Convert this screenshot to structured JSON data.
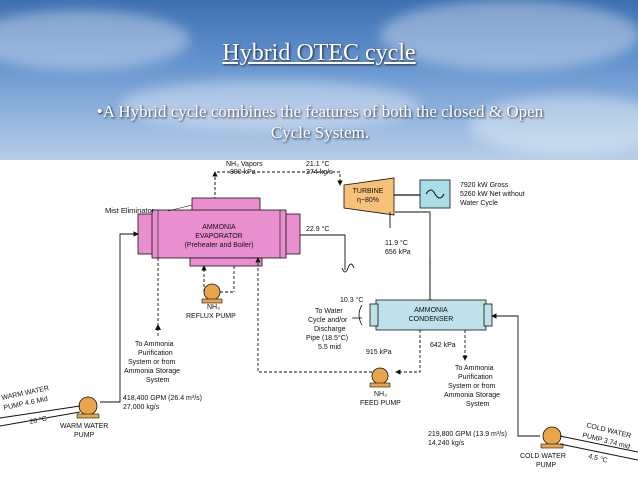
{
  "slide": {
    "title": "Hybrid OTEC cycle",
    "bullet_marker": "•",
    "bullet_text_line1": "A Hybrid cycle combines the features of both the closed & Open",
    "bullet_text_line2": "Cycle System."
  },
  "diagram": {
    "nh3_vapors": "NH₃ Vapors",
    "nh3_vapors_pressure": "890 kPa",
    "top_temp": "21.1 °C",
    "top_pressure": "274 kg/s",
    "turbine_label": "TURBINE",
    "turbine_eff": "η~80%",
    "gross_power": "7920 kW Gross",
    "net_power": "5260 kW Net without",
    "net_power2": "Water Cycle",
    "mist_eliminator": "Mist Eliminator",
    "evaporator_line1": "AMMONIA",
    "evaporator_line2": "EVAPORATOR",
    "evaporator_line3": "(Preheater and Boiler)",
    "evap_out_temp": "22.9 °C",
    "turb_out_temp": "11.9 °C",
    "turb_out_pressure": "656 kPa",
    "reflux_pump_line1": "NH₃",
    "reflux_pump_line2": "REFLUX PUMP",
    "condenser_temp": "10.3 °C",
    "condenser_line1": "AMMONIA",
    "condenser_line2": "CONDENSER",
    "discharge_line1": "To Water",
    "discharge_line2": "Cycle and/or",
    "discharge_line3": "Discharge",
    "discharge_line4": "Pipe (18.5°C)",
    "discharge_line5": "5.5 mid",
    "feed_pressure": "915 kPa",
    "cond_pressure": "642 kPa",
    "purif_left_1": "To Ammonia",
    "purif_left_2": "Purification",
    "purif_left_3": "System or from",
    "purif_left_4": "Ammonia Storage",
    "purif_left_5": "System",
    "purif_right_1": "To Ammonia",
    "purif_right_2": "Purification",
    "purif_right_3": "System or from",
    "purif_right_4": "Ammonia Storage",
    "purif_right_5": "System",
    "feed_pump_line1": "NH₃",
    "feed_pump_line2": "FEED PUMP",
    "warm_flow_1": "418,400 GPM (26.4 m³/s)",
    "warm_flow_2": "27,000 kg/s",
    "warm_pump_line1": "WARM WATER",
    "warm_pump_line2": "PUMP",
    "warm_pipe_line1": "WARM WATER",
    "warm_pipe_line2": "PUMP 4.6 Mid",
    "warm_pipe_temp": "26 °C",
    "cold_flow_1": "219,800 GPM (13.9 m³/s)",
    "cold_flow_2": "14,240 kg/s",
    "cold_pump_line1": "COLD WATER",
    "cold_pump_line2": "PUMP",
    "cold_pipe_line1": "COLD WATER",
    "cold_pipe_line2": "PUMP 3.74 mid",
    "cold_pipe_temp": "4.5 °C"
  },
  "colors": {
    "evaporator": "#e98fd0",
    "turbine": "#f6c27a",
    "condenser": "#bfe2ea",
    "generator": "#a9dde8",
    "pump": "#e8a54a"
  }
}
